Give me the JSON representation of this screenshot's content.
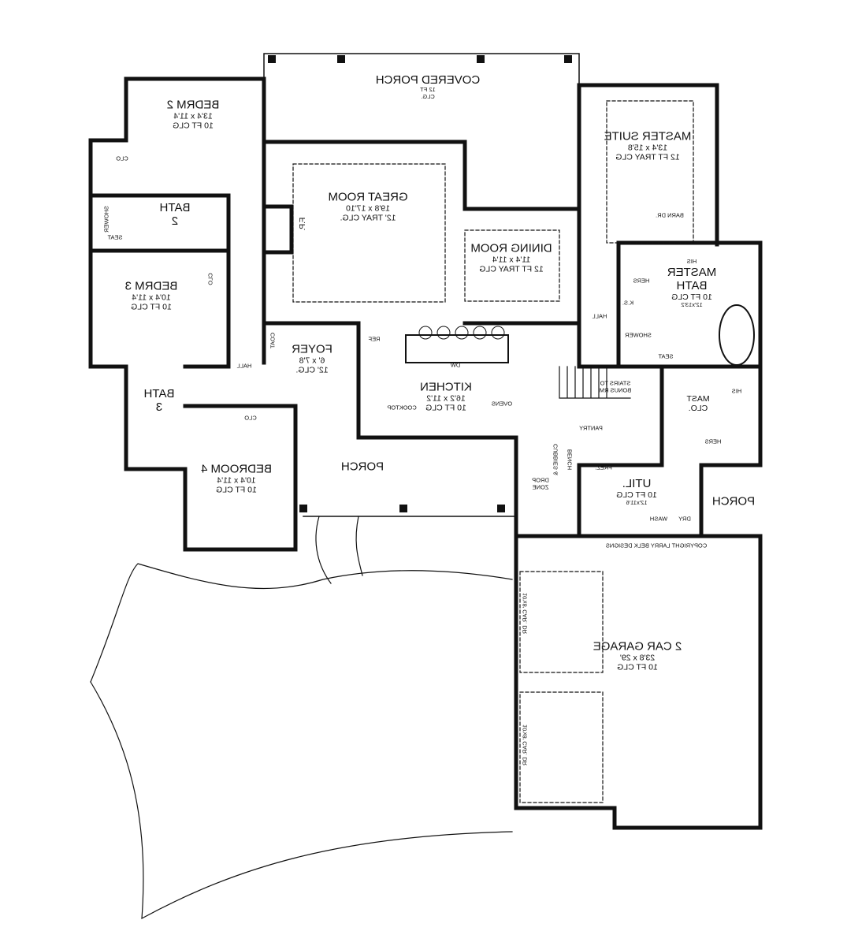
{
  "plan": {
    "covered_porch": {
      "name": "COVERED PORCH",
      "ceiling": "12 FT",
      "ceiling2": "CLG."
    },
    "bedrm2": {
      "name": "BEDRM 2",
      "size": "13'4 x 11'4",
      "ceiling": "10 FT CLG"
    },
    "bedrm2_closet": "CLO",
    "bath2": {
      "name": "BATH",
      "num": "2",
      "shower": "SHOWER",
      "seat": "SEAT"
    },
    "great_room": {
      "name": "GREAT ROOM",
      "size": "19'8 x 17'10",
      "ceiling": "12' TRAY CLG."
    },
    "fireplace": "F.P.",
    "master_suite": {
      "name": "MASTER SUITE",
      "size": "13'4 x 15'8",
      "ceiling": "12 FT TRAY CLG"
    },
    "dining_room": {
      "name": "DINING ROOM",
      "size": "11'4 x 11'4",
      "ceiling": "12 FT TRAY CLG"
    },
    "bedrm3": {
      "name": "BEDRM 3",
      "size": "10'4 x 11'4",
      "ceiling": "10 FT CLG",
      "closet": "CLO"
    },
    "barn_door": "BARN DR.",
    "master_bath": {
      "name": "MASTER",
      "name2": "BATH",
      "ceiling": "10 FT CLG",
      "size": "12'x13'2",
      "his": "HIS",
      "hers": "HERS",
      "ks": "K.S.",
      "shower": "SHOWER",
      "seat": "SEAT"
    },
    "hall_master": "HALL",
    "hall_beds": "HALL",
    "coat": "COAT",
    "foyer": {
      "name": "FOYER",
      "size": "6' x 7'8",
      "ceiling": "12' CLG."
    },
    "kitchen": {
      "name": "KITCHEN",
      "size": "16'2 x 11'2",
      "ceiling": "10 FT CLG",
      "ref": "REF",
      "dw": "DW",
      "cooktop": "COOKTOP",
      "ovens": "OVENS"
    },
    "stairs": {
      "line1": "STAIRS TO",
      "line2": "BONUS RM"
    },
    "master_closet": {
      "name": "MAST",
      "name2": "CLO.",
      "his": "HIS",
      "hers": "HERS"
    },
    "pantry": "PANTRY",
    "bath3": {
      "name": "BATH",
      "num": "3"
    },
    "bedroom4": {
      "name": "BEDROOM 4",
      "size": "10'4 x 11'4",
      "ceiling": "10 FT CLG",
      "closet": "CLO"
    },
    "front_porch": "PORCH",
    "cubbies": {
      "line1": "CUBBIES",
      "line2": "&",
      "bench": "BENCH"
    },
    "drop_zone": {
      "line1": "DROP",
      "line2": "ZONE"
    },
    "util": {
      "name": "UTIL.",
      "ceiling": "10 FT CLG",
      "size": "12'x11'6",
      "frez": "FREZ.",
      "wash": "WASH",
      "dry": "DRY"
    },
    "side_porch": "PORCH",
    "copyright": "COPYRIGHT LARRY BELK DESIGNS",
    "garage": {
      "name": "2 CAR GARAGE",
      "size": "23'8 x 29'",
      "ceiling": "10 FT CLG",
      "door1": "10'x8' CAR. DR",
      "door2": "10'x8' CAR. DR"
    }
  }
}
